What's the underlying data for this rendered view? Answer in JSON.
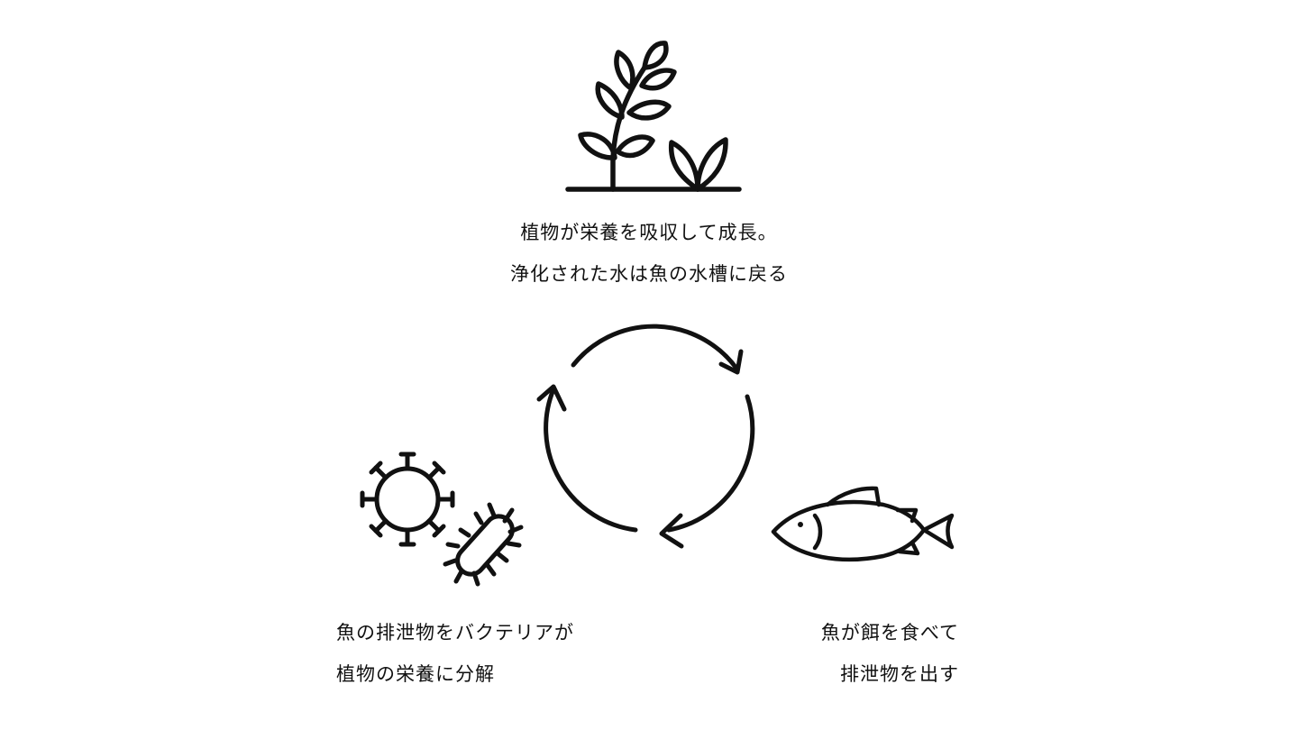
{
  "colors": {
    "ink": "#111111",
    "background": "#ffffff"
  },
  "icons": {
    "plant": "plant-icon",
    "cycle": "cycle-arrows-icon",
    "bacteria": "bacteria-icon",
    "fish": "fish-icon"
  },
  "captions": {
    "plant": {
      "line1": "植物が栄養を吸収して成長。",
      "line2": "浄化された水は魚の水槽に戻る"
    },
    "bacteria": {
      "line1": "魚の排泄物をバクテリアが",
      "line2": "植物の栄養に分解"
    },
    "fish": {
      "line1": "魚が餌を食べて",
      "line2": "排泄物を出す"
    }
  }
}
